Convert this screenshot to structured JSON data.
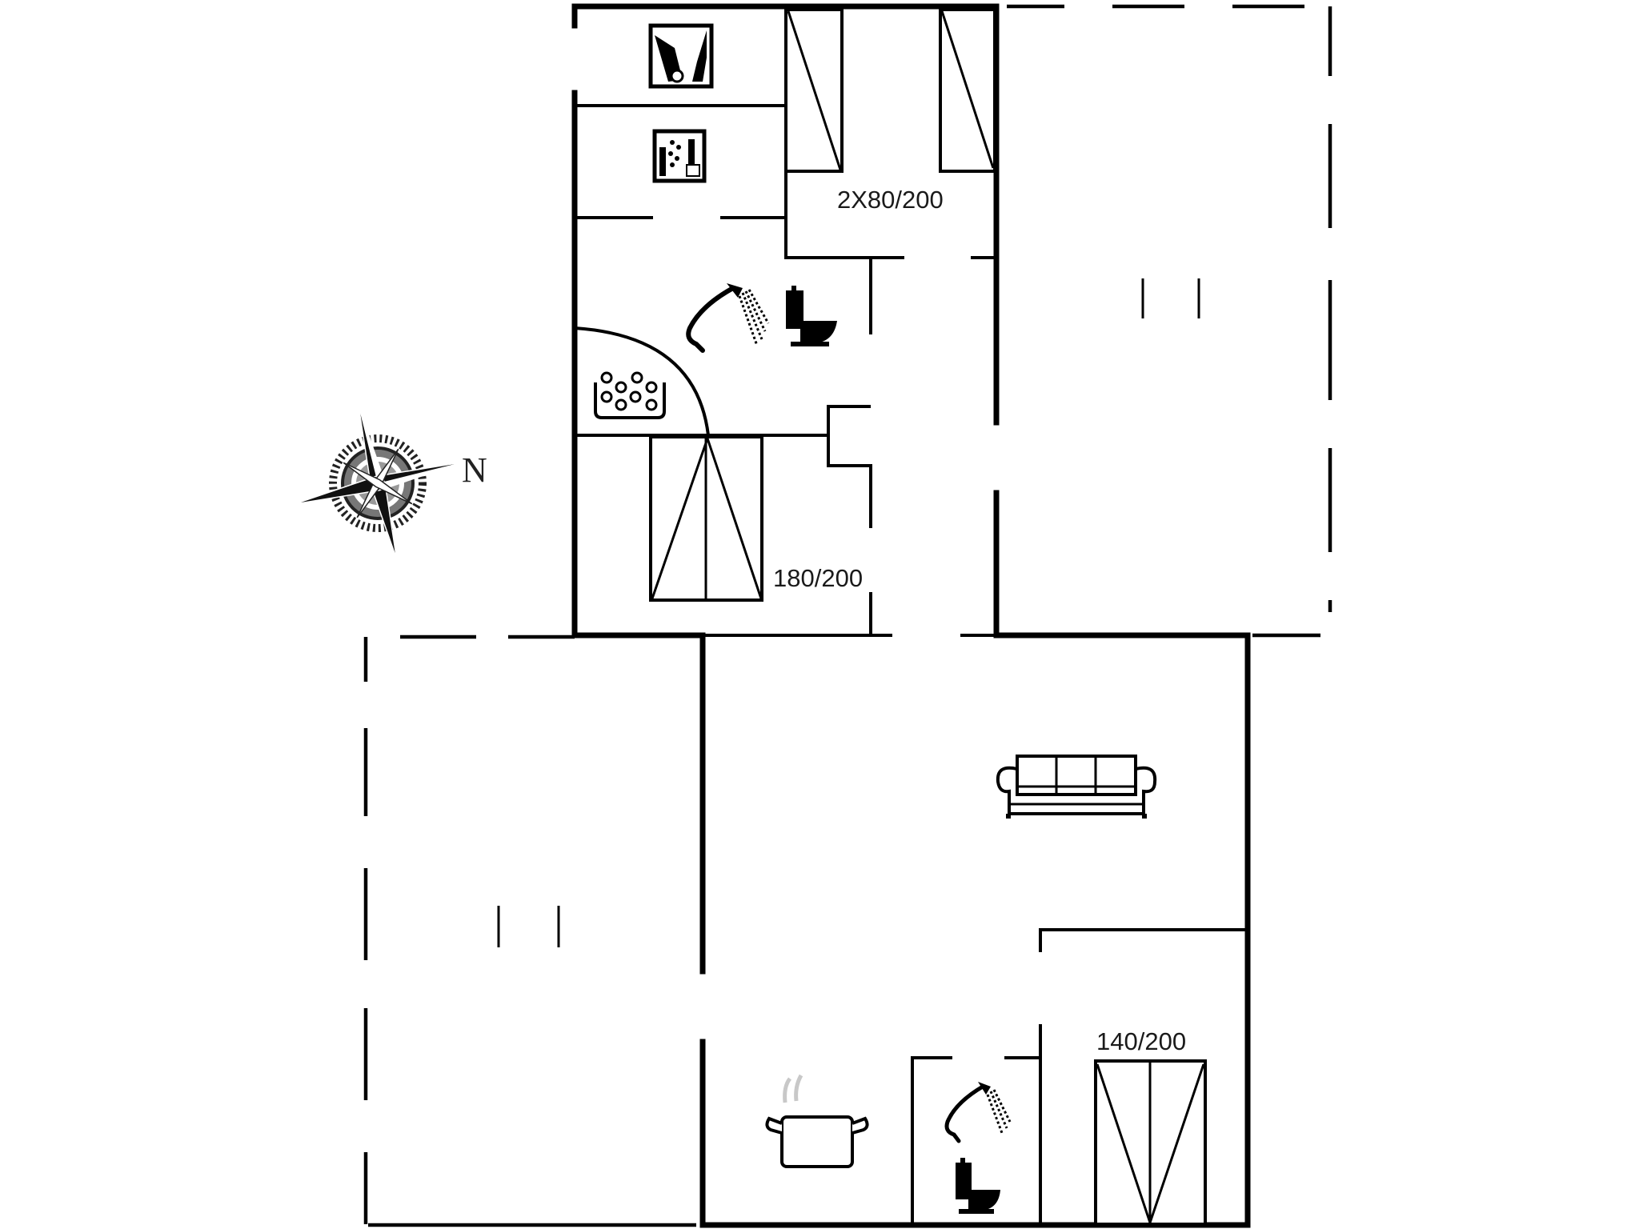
{
  "floorplan": {
    "title": "",
    "compass": {
      "label": "N"
    },
    "beds": [
      {
        "id": "bedroom-top-right",
        "label": "2X80/200"
      },
      {
        "id": "bedroom-top-left",
        "label": "180/200"
      },
      {
        "id": "bedroom-bottom",
        "label": "140/200"
      }
    ],
    "icons": [
      "washing-machine-icon",
      "dishwasher-icon",
      "shower-icon",
      "toilet-icon",
      "sauna-icon",
      "sofa-icon",
      "cooking-pot-icon"
    ],
    "colors": {
      "line": "#000000",
      "background": "#ffffff",
      "text": "#1a1a1a"
    }
  }
}
